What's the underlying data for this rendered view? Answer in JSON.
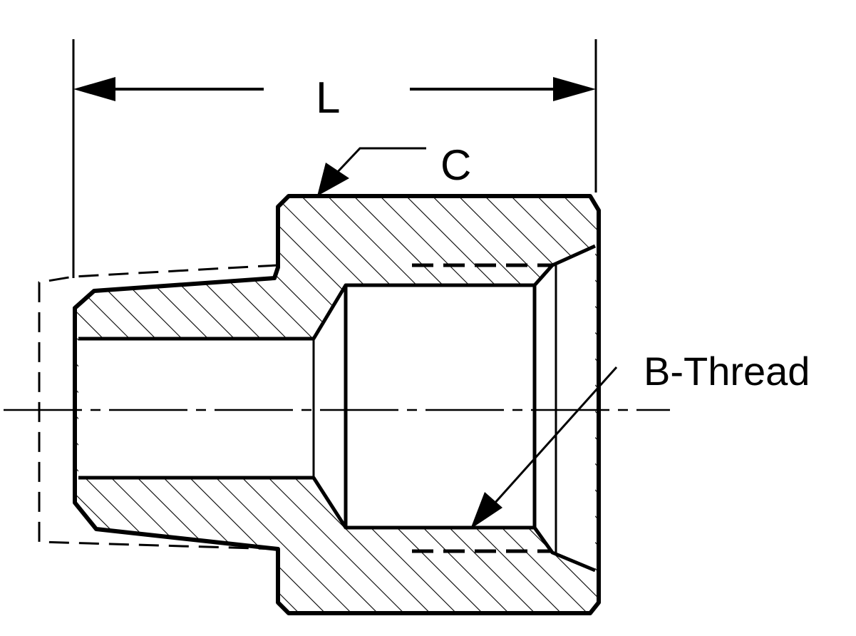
{
  "diagram": {
    "labels": {
      "length": "L",
      "chamfer": "C",
      "thread": "B-Thread"
    },
    "colors": {
      "line": "#000000",
      "background": "#ffffff"
    }
  }
}
